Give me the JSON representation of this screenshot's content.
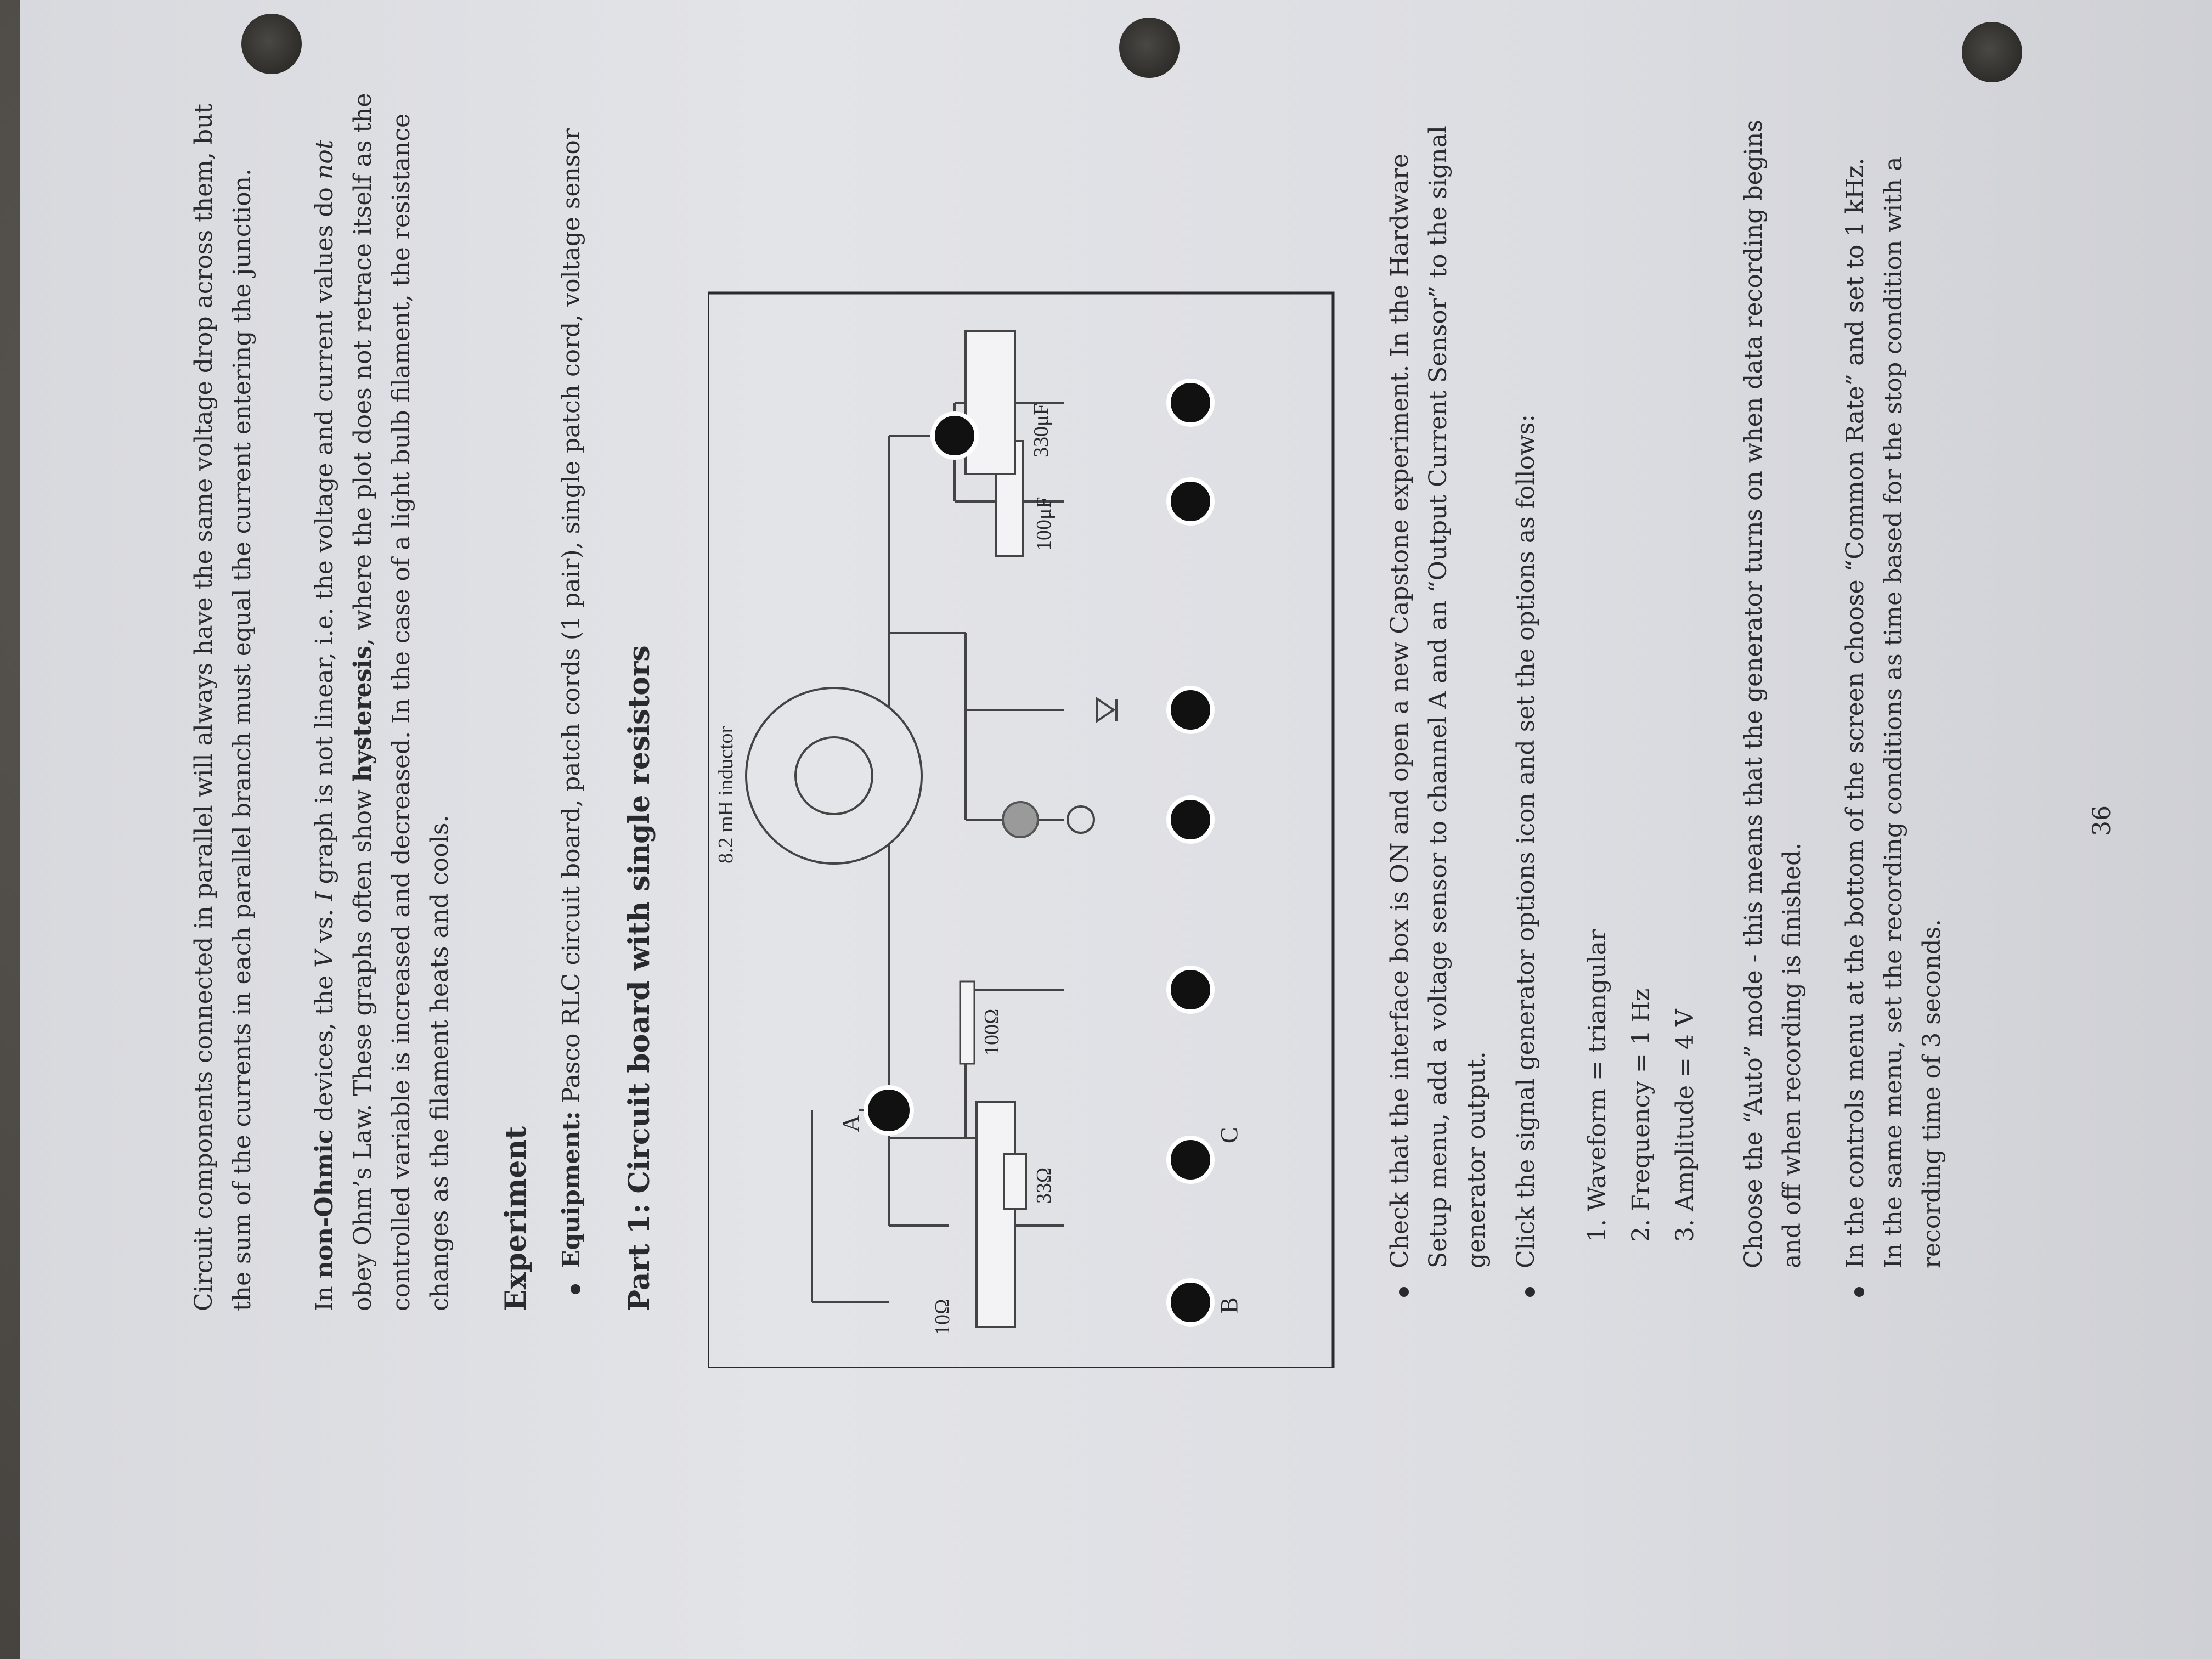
{
  "paragraphs": {
    "parallel_line1": "Circuit components connected in parallel will always have the same voltage drop across them, but",
    "parallel_line2": "the sum of the currents in each parallel branch must equal the current entering the junction.",
    "nonohmic_l1_a": "In ",
    "nonohmic_l1_b": "non-Ohmic",
    "nonohmic_l1_c": " devices, the ",
    "nonohmic_l1_v": "V",
    "nonohmic_l1_d": " vs. ",
    "nonohmic_l1_i": "I",
    "nonohmic_l1_e": " graph is not linear, i.e.  the voltage and current values do ",
    "nonohmic_l1_not": "not",
    "nonohmic_l2_a": "obey Ohm’s Law.  These graphs often show ",
    "nonohmic_l2_b": "hysteresis",
    "nonohmic_l2_c": ", where the plot does not retrace itself as the",
    "nonohmic_l3": "controlled variable is increased and decreased.  In the case of a light bulb filament, the resistance",
    "nonohmic_l4": "changes as the filament heats and cools."
  },
  "experiment": {
    "heading": "Experiment",
    "equipment_label": "Equipment:",
    "equipment_text": " Pasco RLC circuit board, patch cords (1 pair), single patch cord, voltage sensor"
  },
  "part1": {
    "heading": "Part 1:  Circuit board with single resistors"
  },
  "diagram": {
    "inductor": "8.2 mH inductor",
    "node_a": "A",
    "node_b": "B",
    "node_c": "C",
    "r10": "10Ω",
    "r33": "33Ω",
    "r100": "100Ω",
    "c100": "100μF",
    "c330": "330μF"
  },
  "steps": {
    "s1_l1": "Check that the interface box is ON and open a new Capstone experiment.  In the Hardware",
    "s1_l2": "Setup menu, add a voltage sensor to channel A and an “Output Current Sensor” to the signal",
    "s1_l3": "generator output.",
    "s2_l1": "Click the signal generator options icon and set the options as follows:",
    "opt1": "1.  Waveform = triangular",
    "opt2": "2.  Frequency = 1 Hz",
    "opt3": "3.  Amplitude = 4 V",
    "auto_l1": "Choose the “Auto” mode - this means that the generator turns on when data recording begins",
    "auto_l2": "and off when recording is finished.",
    "s3_l1": "In the controls menu at the bottom of the screen choose “Common Rate” and set to 1 kHz.",
    "s3_l2": "In the same menu, set the recording conditions as time based for the stop condition with a",
    "s3_l3": "recording time of 3 seconds."
  },
  "page_number": "36"
}
